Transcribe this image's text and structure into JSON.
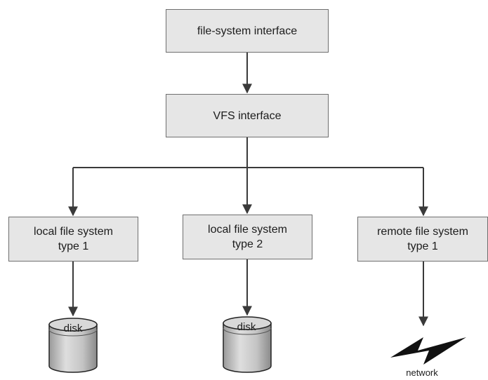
{
  "boxes": {
    "file_system_interface": "file-system interface",
    "vfs_interface": "VFS interface",
    "local_fs_1": "local file system\ntype 1",
    "local_fs_2": "local file system\ntype 2",
    "remote_fs_1": "remote file system\ntype 1"
  },
  "storage": {
    "disk_1": "disk",
    "disk_2": "disk",
    "network": "network"
  },
  "colors": {
    "box_fill": "#e6e6e6",
    "box_border": "#6f6f6f",
    "line": "#3a3a3a",
    "disk_fill": "#c8c8c8"
  }
}
